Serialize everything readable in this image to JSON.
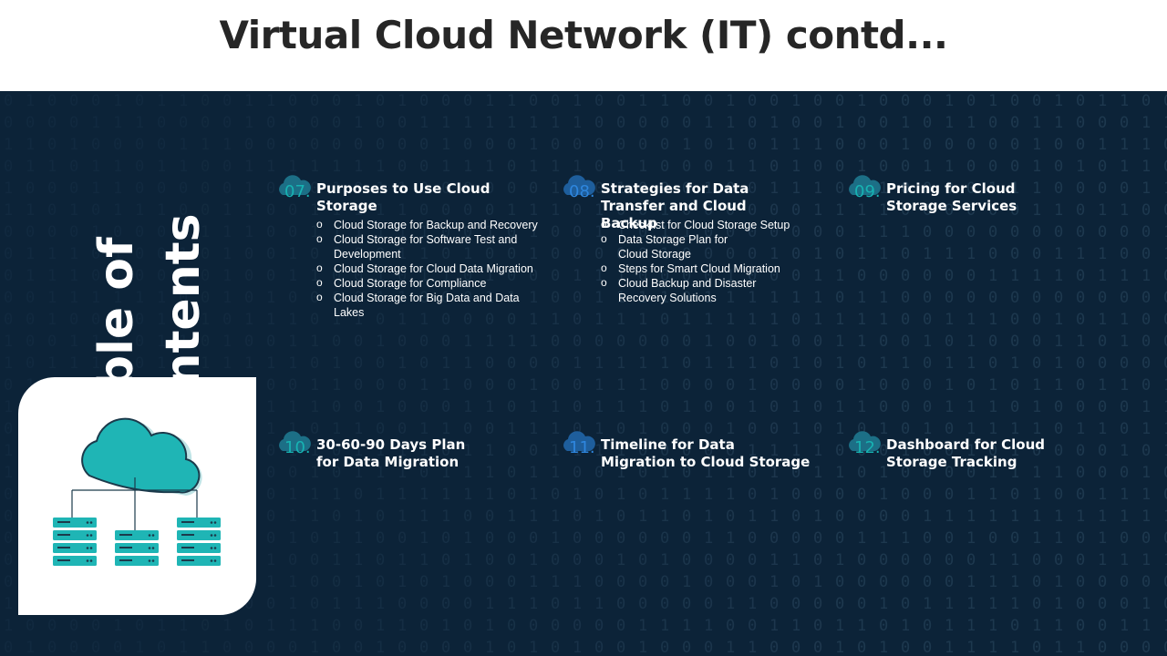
{
  "title": "Virtual Cloud Network (IT) contd...",
  "vertical_title": "Table of contents",
  "colors": {
    "background": "#0c2338",
    "accent_teal": "#17b3b3",
    "accent_blue": "#2e86de",
    "illustration": "#1fb5b5"
  },
  "sections": [
    {
      "number": "07.",
      "title": "Purposes to Use Cloud Storage",
      "items": [
        "Cloud Storage for Backup and Recovery",
        "Cloud Storage for Software Test and Development",
        "Cloud Storage for Cloud Data Migration",
        "Cloud Storage for Compliance",
        "Cloud Storage for Big Data and Data Lakes"
      ]
    },
    {
      "number": "08.",
      "title": "Strategies for Data Transfer and Cloud Backup",
      "items": [
        "Checklist for Cloud Storage Setup",
        "Data Storage Plan for Cloud Storage",
        "Steps for Smart Cloud Migration",
        "Cloud Backup and Disaster Recovery Solutions"
      ]
    },
    {
      "number": "09.",
      "title": "Pricing for Cloud Storage Services",
      "items": []
    },
    {
      "number": "10.",
      "title": "30-60-90 Days Plan for Data Migration",
      "items": []
    },
    {
      "number": "11.",
      "title": "Timeline for Data Migration to Cloud Storage",
      "items": []
    },
    {
      "number": "12.",
      "title": "Dashboard for Cloud Storage Tracking",
      "items": []
    }
  ]
}
